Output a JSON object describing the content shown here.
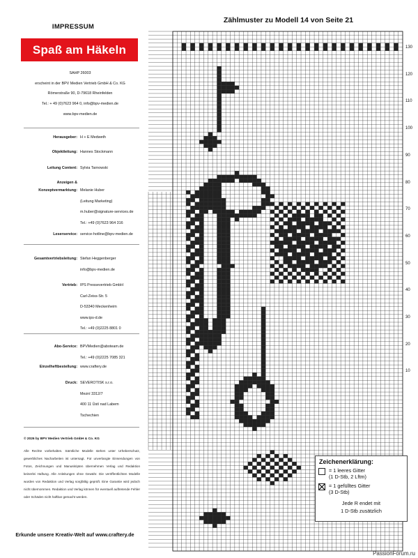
{
  "impressum": {
    "title": "IMPRESSUM",
    "brand": "Spaß am Häkeln",
    "publisher_lines": [
      "SAHP 26003",
      "erscheint in der BPV Medien Vertrieb GmbH & Co. KG",
      "Römerstraße 90, D-79618 Rheinfelden",
      "Tel.: + 49 (0)7623 964 0, info@bpv-medien.de",
      "www.bpv-medien.de"
    ],
    "rows": [
      {
        "label": "Herausgeber:",
        "values": [
          "H + E Medweth"
        ]
      },
      {
        "label": "Objektleitung:",
        "values": [
          "Hannes Stockmann"
        ]
      },
      {
        "label": "Leitung Content:",
        "values": [
          "Sylvia Tarnowski"
        ]
      },
      {
        "label": "Anzeigen &",
        "values": [
          ""
        ]
      },
      {
        "label": "Konzeptvermarktung:",
        "values": [
          "Melanie Huber",
          "(Leitung Marketing)",
          "m.huber@signature-services.de",
          "Tel.: +49 (0)7623 964 316"
        ]
      },
      {
        "label": "Leserservice:",
        "values": [
          "service-hotline@bpv-medien.de"
        ]
      },
      {
        "label": "Gesamtvertriebsleitung:",
        "values": [
          "Stefan Heggenberger",
          "info@bpv-medien.de"
        ]
      },
      {
        "label": "Vertrieb:",
        "values": [
          "IPS Pressevertrieb GmbH",
          "Carl-Zeiss-Str. 5",
          "D-53340 Meckenheim",
          "www.ips-d.de",
          "Tel.: +49 (0)2225 8801 0"
        ]
      },
      {
        "label": "Abo-Service:",
        "values": [
          "BPVMedien@aboteam.de",
          "Tel.: +49 (0)2225 7085 321"
        ]
      },
      {
        "label": "Einzelheftbestellung:",
        "values": [
          "www.craftery.de"
        ]
      },
      {
        "label": "Druck:",
        "values": [
          "SEVEROTISK s.r.o.",
          "Mezní 3312/7",
          "400 11 Ústí nad Labem",
          "Tschechien"
        ]
      }
    ],
    "copyright_title": "© 2026 by BPV Medien Vertrieb GmbH & Co. KG",
    "copyright_body": "Alle Rechte vorbehalten. Sämtliche Modelle stehen unter Urheberschutz, gewerbliches Nacharbeiten ist untersagt. Für unverlangte Einsendungen von Fotos, Zeichnungen und Manuskripten übernehmen Verlag und Redaktion keinerlei Haftung. Alle Anleitungen ohne Gewähr. Die veröffentlichten Modelle wurden von Redaktion und Verlag sorgfältig geprüft. Eine Garantie wird jedoch nicht übernommen. Redaktion und Verlag können für eventuell auftretende Fehler oder Schäden nicht haftbar gemacht werden.",
    "footer": "Erkunde unsere Kreativ-Welt auf www.craftery.de"
  },
  "chart": {
    "title": "Zählmuster zu Modell 14 von Seite 21",
    "row_labels": [
      "130",
      "120",
      "110",
      "100",
      "90",
      "80",
      "70",
      "60",
      "50",
      "40",
      "30",
      "20",
      "10"
    ],
    "cols": 52,
    "rows": 134,
    "fill_color": "#222222"
  },
  "legend": {
    "title": "Zeichenerklärung:",
    "empty_line1": "= 1 leeres Gitter",
    "empty_line2": "(1 D-Stb, 2 Lftm)",
    "filled_line1": "= 1 gefülltes Gitter",
    "filled_line2": "(3 D-Stb)",
    "note_line1": "Jede R endet mit",
    "note_line2": "1 D-Stb zusätzlich"
  },
  "watermark": "PassionForum.ru"
}
